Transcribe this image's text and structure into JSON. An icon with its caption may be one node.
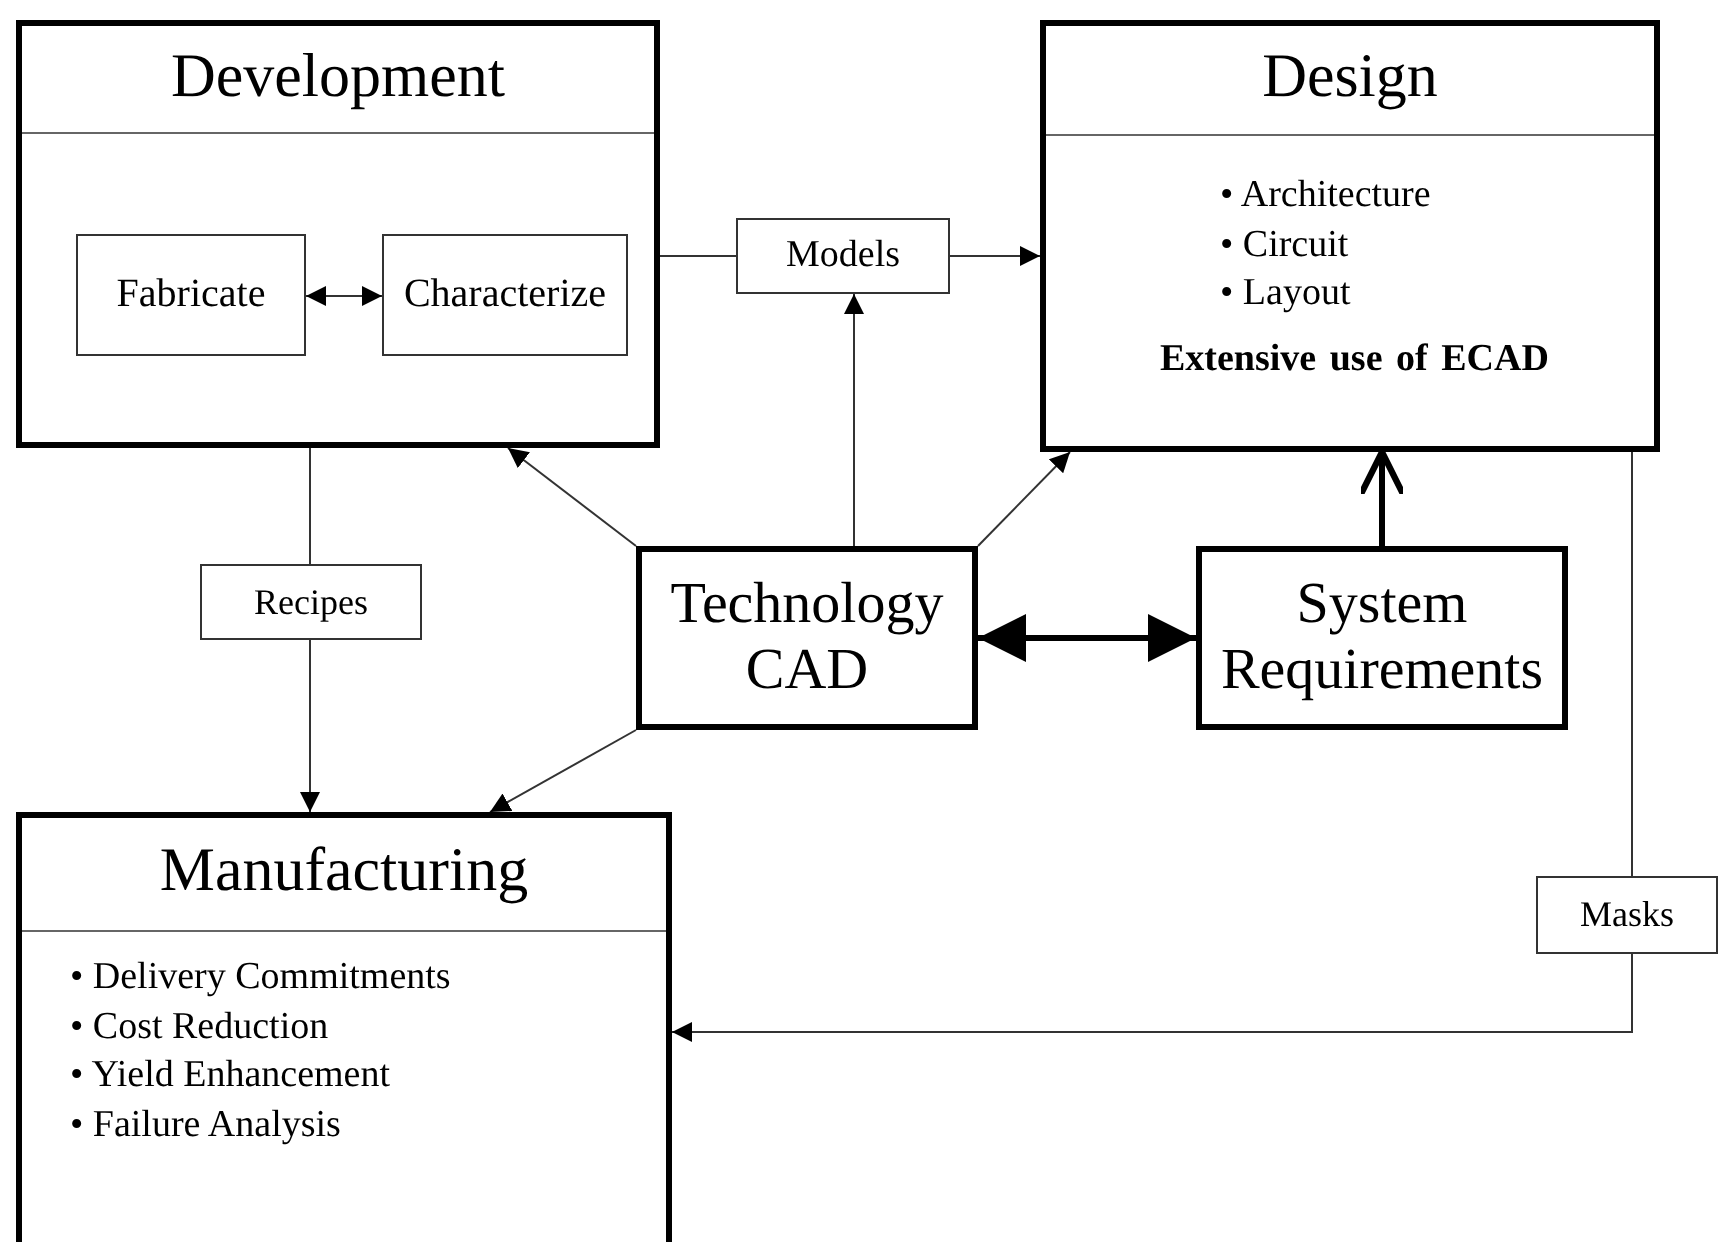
{
  "diagram": {
    "nodes": [
      {
        "text": [
          "Development"
        ]
      },
      {
        "text": [
          "Fabricate"
        ],
        "in": 0
      },
      {
        "text": [
          "Characterize"
        ],
        "in": 0
      },
      {
        "text": [
          "Models"
        ]
      },
      {
        "text": [
          "Design",
          "• Architecture",
          "• Circuit",
          "• Layout",
          "Extensive use of ECAD"
        ]
      },
      {
        "text": [
          "Technology CAD"
        ]
      },
      {
        "text": [
          "System Requirements"
        ]
      },
      {
        "text": [
          "Recipes"
        ]
      },
      {
        "text": [
          "Manufacturing",
          "• Delivery Commitments",
          "• Cost Reduction",
          "• Yield Enhancement",
          "• Failure Analysis"
        ]
      },
      {
        "text": [
          "Masks"
        ]
      }
    ],
    "edges": [
      {
        "from": 0,
        "to": 3,
        "arrow": "none"
      },
      {
        "from": 3,
        "to": 4,
        "arrow": "to"
      },
      {
        "from": 1,
        "to": 2,
        "arrow": "both"
      },
      {
        "from": 5,
        "to": 0,
        "arrow": "to"
      },
      {
        "from": 5,
        "to": 3,
        "arrow": "to"
      },
      {
        "from": 5,
        "to": 4,
        "arrow": "to"
      },
      {
        "from": 5,
        "to": 6,
        "arrow": "both",
        "style": "thick"
      },
      {
        "from": 6,
        "to": 4,
        "arrow": "to",
        "style": "thick"
      },
      {
        "from": 0,
        "to": 7,
        "arrow": "none"
      },
      {
        "from": 7,
        "to": 8,
        "arrow": "to"
      },
      {
        "from": 5,
        "to": 8,
        "arrow": "to"
      },
      {
        "from": 4,
        "to": 9,
        "arrow": "none"
      },
      {
        "from": 9,
        "to": 8,
        "arrow": "to"
      }
    ]
  }
}
